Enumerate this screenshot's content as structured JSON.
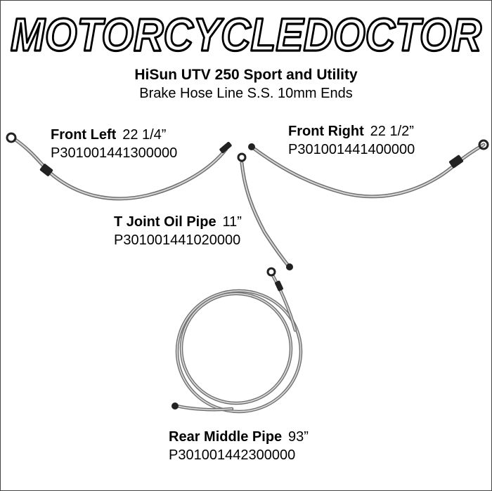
{
  "brand": {
    "logo_text": "MotorcycleDoctor"
  },
  "heading": {
    "title": "HiSun UTV 250 Sport and Utility",
    "subtitle": "Brake Hose Line S.S. 10mm Ends"
  },
  "parts": [
    {
      "name": "Front Left",
      "length": "22 1/4”",
      "part_number": "P301001441300000"
    },
    {
      "name": "Front Right",
      "length": "22 1/2”",
      "part_number": "P301001441400000"
    },
    {
      "name": "T Joint Oil Pipe",
      "length": "11”",
      "part_number": "P301001441020000"
    },
    {
      "name": "Rear Middle Pipe",
      "length": "93”",
      "part_number": "P301001442300000"
    }
  ],
  "colors": {
    "hose": "#9a9a9a",
    "fitting": "#222222",
    "background": "#ffffff"
  }
}
